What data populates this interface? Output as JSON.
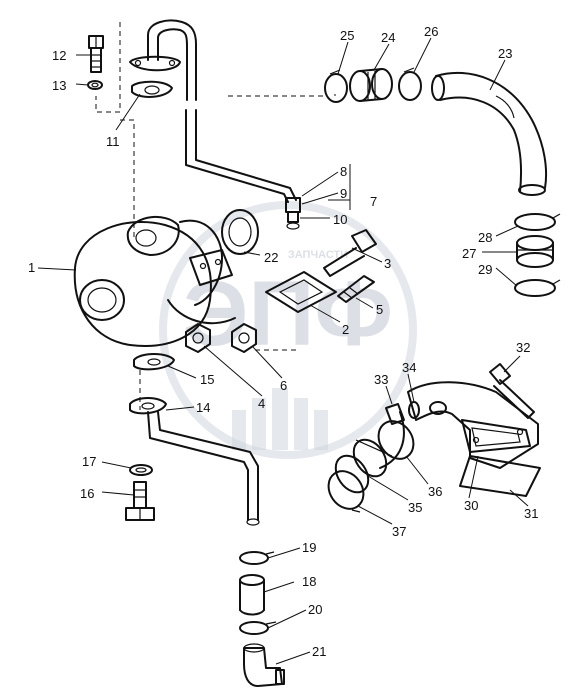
{
  "watermark": {
    "logo_text": "ЭПФ",
    "caption": "ЗАПЧАСТИ"
  },
  "callouts": [
    {
      "id": "1",
      "text": "1"
    },
    {
      "id": "2",
      "text": "2"
    },
    {
      "id": "3",
      "text": "3"
    },
    {
      "id": "4",
      "text": "4"
    },
    {
      "id": "5",
      "text": "5"
    },
    {
      "id": "6",
      "text": "6"
    },
    {
      "id": "7",
      "text": "7"
    },
    {
      "id": "8",
      "text": "8"
    },
    {
      "id": "9",
      "text": "9"
    },
    {
      "id": "10",
      "text": "10"
    },
    {
      "id": "11",
      "text": "11"
    },
    {
      "id": "12",
      "text": "12"
    },
    {
      "id": "13",
      "text": "13"
    },
    {
      "id": "14",
      "text": "14"
    },
    {
      "id": "15",
      "text": "15"
    },
    {
      "id": "16",
      "text": "16"
    },
    {
      "id": "17",
      "text": "17"
    },
    {
      "id": "18",
      "text": "18"
    },
    {
      "id": "19",
      "text": "19"
    },
    {
      "id": "20",
      "text": "20"
    },
    {
      "id": "21",
      "text": "21"
    },
    {
      "id": "22",
      "text": "22"
    },
    {
      "id": "23",
      "text": "23"
    },
    {
      "id": "24",
      "text": "24"
    },
    {
      "id": "25",
      "text": "25"
    },
    {
      "id": "26",
      "text": "26"
    },
    {
      "id": "27",
      "text": "27"
    },
    {
      "id": "28",
      "text": "28"
    },
    {
      "id": "29",
      "text": "29"
    },
    {
      "id": "30",
      "text": "30"
    },
    {
      "id": "31",
      "text": "31"
    },
    {
      "id": "32",
      "text": "32"
    },
    {
      "id": "33",
      "text": "33"
    },
    {
      "id": "34",
      "text": "34"
    },
    {
      "id": "35",
      "text": "35"
    },
    {
      "id": "36",
      "text": "36"
    },
    {
      "id": "37",
      "text": "37"
    }
  ]
}
